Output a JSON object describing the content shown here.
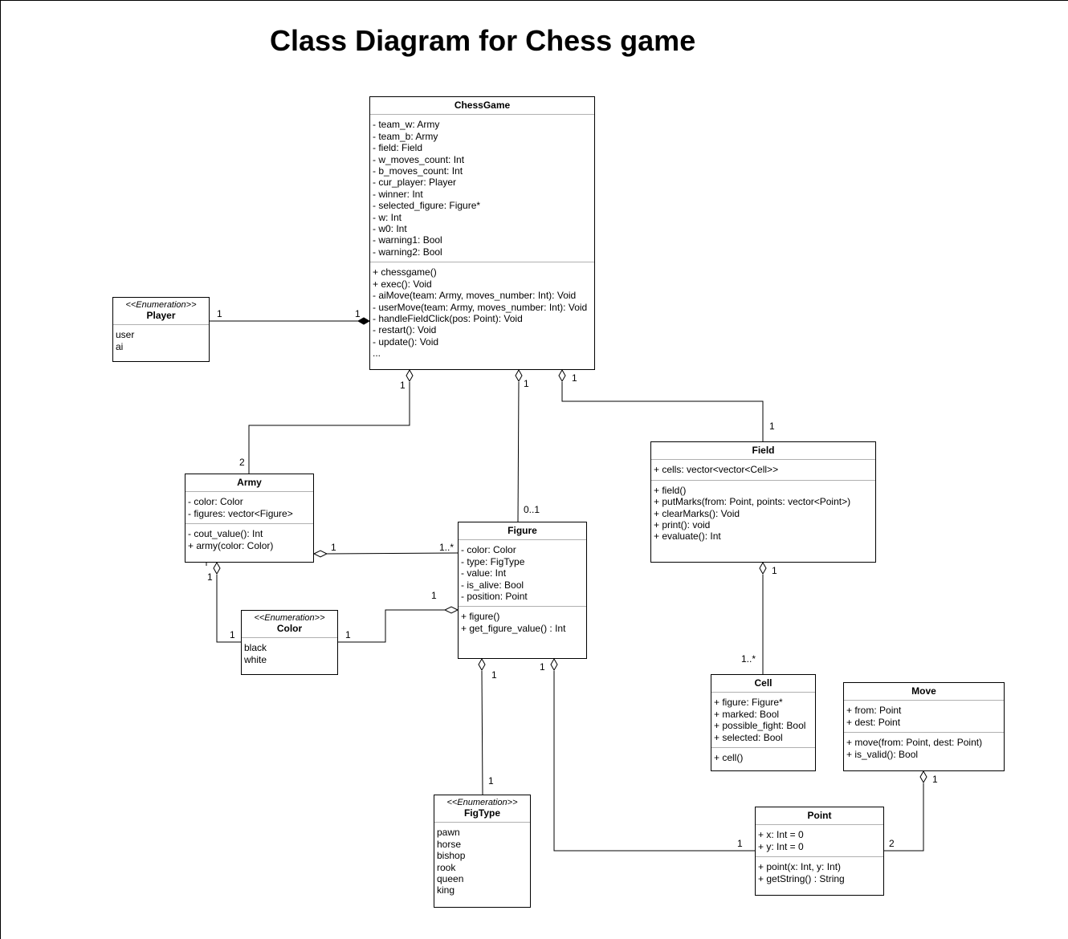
{
  "title": "Class Diagram for Chess game",
  "classes": {
    "chessgame": {
      "name": "ChessGame",
      "attributes": [
        "- team_w: Army",
        "- team_b: Army",
        "- field: Field",
        "- w_moves_count: Int",
        "- b_moves_count: Int",
        "- cur_player: Player",
        "- winner: Int",
        "- selected_figure: Figure*",
        "- w: Int",
        "- w0: Int",
        "- warning1: Bool",
        "- warning2: Bool"
      ],
      "methods": [
        "+ chessgame()",
        "+ exec(): Void",
        "- aiMove(team: Army, moves_number: Int): Void",
        "- userMove(team: Army, moves_number: Int): Void",
        "- handleFieldClick(pos: Point): Void",
        "- restart(): Void",
        "- update(): Void",
        "..."
      ]
    },
    "player": {
      "stereotype": "<<Enumeration>>",
      "name": "Player",
      "values": [
        "user",
        "ai"
      ]
    },
    "army": {
      "name": "Army",
      "attributes": [
        "- color: Color",
        "- figures: vector<Figure>"
      ],
      "methods": [
        "- cout_value(): Int",
        "+ army(color: Color)"
      ]
    },
    "figure": {
      "name": "Figure",
      "attributes": [
        "- color: Color",
        "- type: FigType",
        "- value: Int",
        "- is_alive: Bool",
        "- position: Point"
      ],
      "methods": [
        "+ figure()",
        "+ get_figure_value() : Int"
      ]
    },
    "field": {
      "name": "Field",
      "attributes": [
        "+ cells: vector<vector<Cell>>"
      ],
      "methods": [
        "+ field()",
        "+ putMarks(from: Point, points: vector<Point>)",
        "+ clearMarks(): Void",
        "+ print(): void",
        "+ evaluate(): Int"
      ]
    },
    "color": {
      "stereotype": "<<Enumeration>>",
      "name": "Color",
      "values": [
        "black",
        "white"
      ]
    },
    "cell": {
      "name": "Cell",
      "attributes": [
        "+ figure: Figure*",
        "+ marked: Bool",
        "+ possible_fight: Bool",
        "+ selected: Bool"
      ],
      "methods": [
        "+ cell()"
      ]
    },
    "move": {
      "name": "Move",
      "attributes": [
        "+ from: Point",
        "+ dest: Point"
      ],
      "methods": [
        "+ move(from: Point, dest: Point)",
        "+ is_valid(): Bool"
      ]
    },
    "figtype": {
      "stereotype": "<<Enumeration>>",
      "name": "FigType",
      "values": [
        "pawn",
        "horse",
        "bishop",
        "rook",
        "queen",
        "king"
      ]
    },
    "point": {
      "name": "Point",
      "attributes": [
        "+ x: Int = 0",
        "+ y: Int = 0"
      ],
      "methods": [
        "+ point(x: Int, y: Int)",
        "+ getString() : String"
      ]
    }
  },
  "multiplicities": {
    "player_chessgame_player": "1",
    "player_chessgame_game": "1",
    "army_game": "1",
    "army_army": "2",
    "figure_game": "1",
    "figure_figure": "0..1",
    "field_game": "1",
    "field_field": "1",
    "figure_army_army": "1",
    "figure_army_figure": "1..*",
    "army_color_army": "1",
    "army_color_color": "1",
    "color_figure_color": "1",
    "color_figure_figure": "1",
    "cell_field_field": "1",
    "cell_field_cell": "1..*",
    "figtype_figure_figure": "1",
    "figtype_figure_figtype": "1",
    "point_figure_figure": "1",
    "point_figure_point": "1",
    "point_move_point": "2",
    "point_move_move": "1"
  }
}
